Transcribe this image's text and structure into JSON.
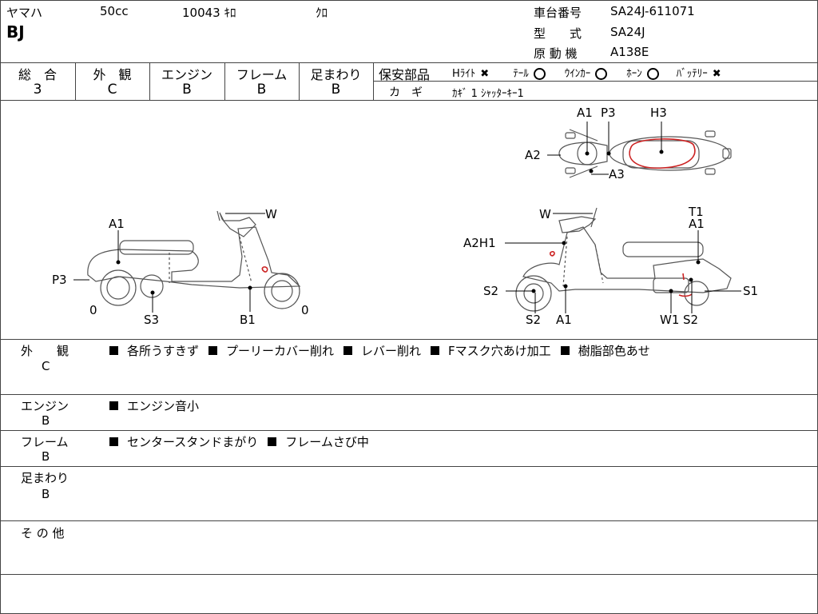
{
  "header": {
    "maker": "ヤマハ",
    "displacement": "50cc",
    "mileage": "10043 ｷﾛ",
    "color": "ｸﾛ",
    "model_name": "BJ",
    "frame_no_label": "車台番号",
    "frame_no_value": "SA24J-611071",
    "type_label": "型　　式",
    "type_value": "SA24J",
    "engine_label": "原 動 機",
    "engine_value": "A138E"
  },
  "ratings": [
    {
      "label": "総　合",
      "value": "3"
    },
    {
      "label": "外　観",
      "value": "C"
    },
    {
      "label": "エンジン",
      "value": "B"
    },
    {
      "label": "フレーム",
      "value": "B"
    },
    {
      "label": "足まわり",
      "value": "B"
    }
  ],
  "safety": {
    "label": "保安部品",
    "items": [
      {
        "name": "Hﾗｲﾄ",
        "status": "x"
      },
      {
        "name": "ﾃｰﾙ",
        "status": "o"
      },
      {
        "name": "ｳｲﾝｶｰ",
        "status": "o"
      },
      {
        "name": "ﾎｰﾝ",
        "status": "o"
      },
      {
        "name": "ﾊﾞｯﾃﾘｰ",
        "status": "x"
      }
    ],
    "x_glyph": "✖",
    "key_label": "カ　ギ",
    "key_value": "ｶｷﾞ 1 ｼｬｯﾀｰｷｰ1"
  },
  "diagram": {
    "top_labels": [
      "A1",
      "P3",
      "H3",
      "A2",
      "A3"
    ],
    "left_labels": [
      "A1",
      "W",
      "P3",
      "0",
      "S3",
      "B1",
      "0"
    ],
    "right_labels": [
      "W",
      "T1",
      "A1",
      "A2H1",
      "S2",
      "S1",
      "S2",
      "A1",
      "W1",
      "S2"
    ],
    "damage_color": "#cc2222"
  },
  "notes": [
    {
      "category": "外　　観",
      "grade": "C",
      "items": [
        "各所うすきず",
        "プーリーカバー削れ",
        "レバー削れ",
        "Fマスク穴あけ加工",
        "樹脂部色あせ"
      ]
    },
    {
      "category": "エンジン",
      "grade": "B",
      "items": [
        "エンジン音小"
      ]
    },
    {
      "category": "フレーム",
      "grade": "B",
      "items": [
        "センタースタンドまがり",
        "フレームさび中"
      ]
    },
    {
      "category": "足まわり",
      "grade": "B",
      "items": []
    },
    {
      "category": "そ の 他",
      "grade": "",
      "items": []
    }
  ]
}
